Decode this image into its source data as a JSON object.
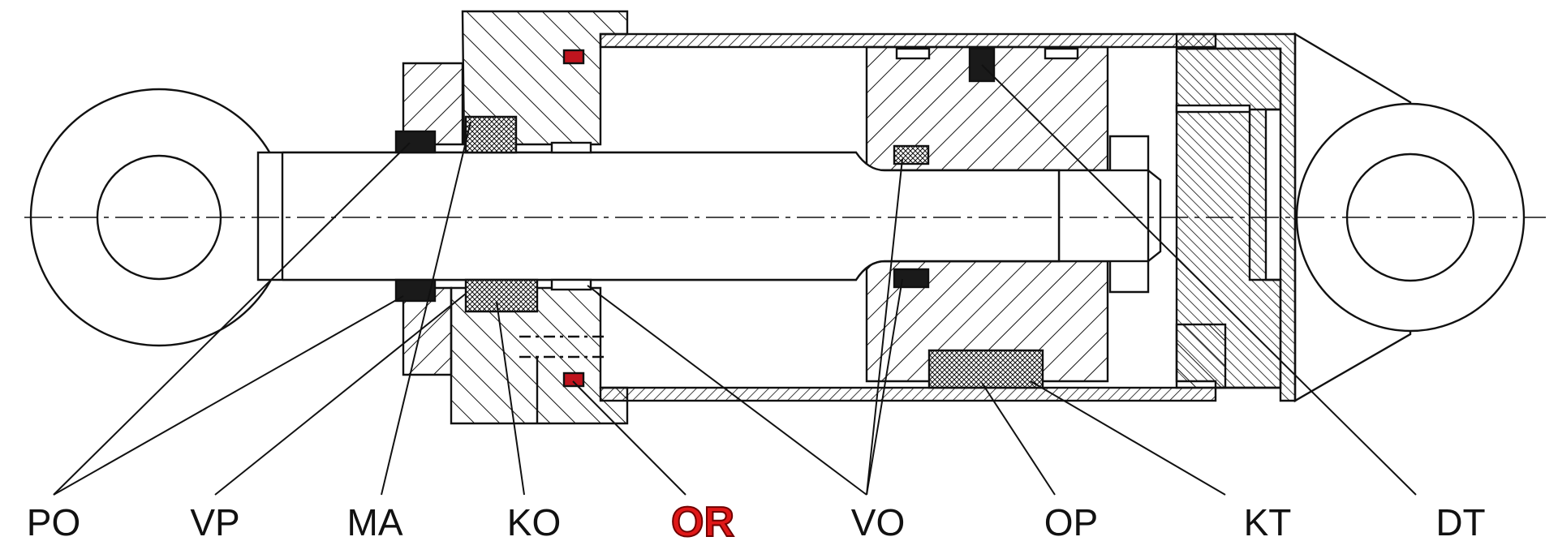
{
  "labels": [
    {
      "id": "PO",
      "text": "PO",
      "highlight": false
    },
    {
      "id": "VP",
      "text": "VP",
      "highlight": false
    },
    {
      "id": "MA",
      "text": "MA",
      "highlight": false
    },
    {
      "id": "KO",
      "text": "KO",
      "highlight": false
    },
    {
      "id": "OR",
      "text": "OR",
      "highlight": true
    },
    {
      "id": "VO",
      "text": "VO",
      "highlight": false
    },
    {
      "id": "OP",
      "text": "OP",
      "highlight": false
    },
    {
      "id": "KT",
      "text": "KT",
      "highlight": false
    },
    {
      "id": "DT",
      "text": "DT",
      "highlight": false
    }
  ],
  "colors": {
    "stroke": "#111111",
    "seal_dark": "#1a1a1a",
    "seal_red": "#c0141e",
    "highlight_label": "#e01818"
  }
}
